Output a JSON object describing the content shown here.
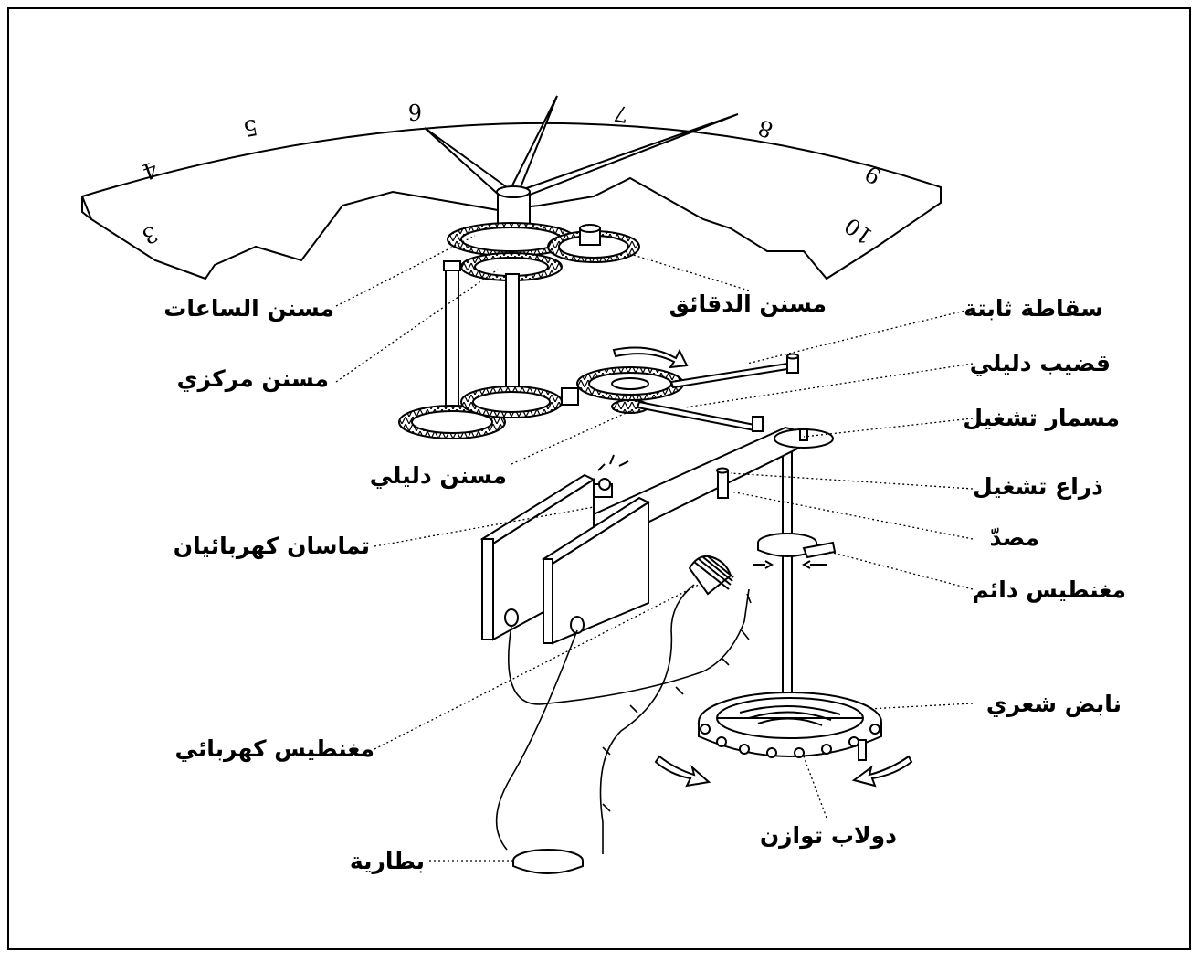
{
  "labels": {
    "hour_wheel": "مسنن الساعات",
    "minute_wheel": "مسنن الدقائق",
    "center_wheel": "مسنن مركزي",
    "index_wheel": "مسنن دليلي",
    "fixed_pawl": "سقاطة ثابتة",
    "index_rod": "قضيب دليلي",
    "impulse_pin": "مسمار تشغيل",
    "impulse_lever": "ذراع تشغيل",
    "stop": "مصدّ",
    "permanent_magnet": "مغنطيس دائم",
    "contacts": "تماسان كهربائيان",
    "hairspring": "نابض شعري",
    "electromagnet": "مغنطيس كهربائي",
    "balance_wheel": "دولاب توازن",
    "battery": "بطارية"
  },
  "dial_numerals": [
    "4",
    "5",
    "6",
    "7",
    "8",
    "9",
    "10",
    "3"
  ]
}
